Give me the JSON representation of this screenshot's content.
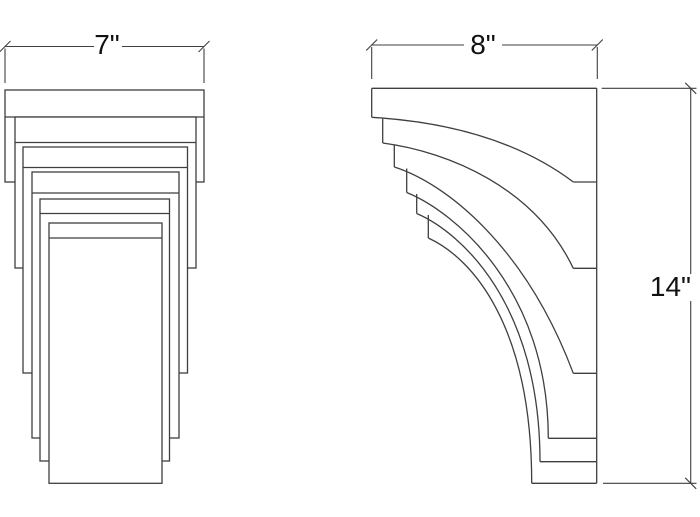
{
  "drawing": {
    "type": "corbel-elevation-and-profile",
    "front_view": {
      "width_dim": "7\""
    },
    "side_view": {
      "depth_dim": "8\"",
      "height_dim": "14\""
    },
    "colors": {
      "line": "#3f3f3f",
      "text": "#111111",
      "background": "#ffffff"
    }
  }
}
